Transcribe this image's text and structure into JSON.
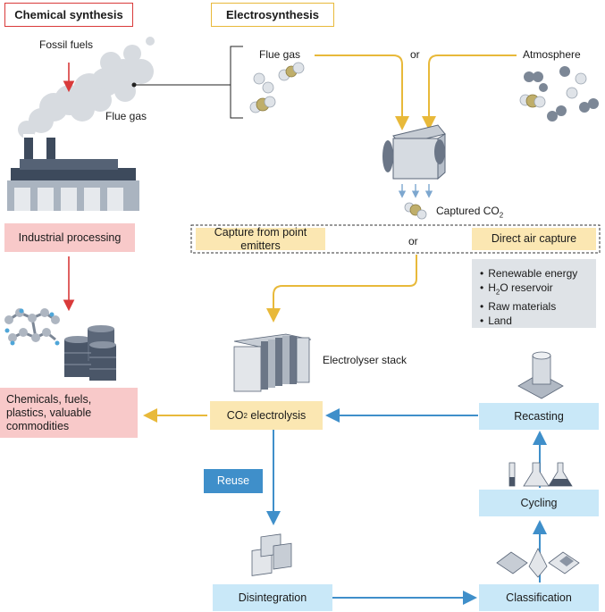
{
  "headers": {
    "chemical": "Chemical synthesis",
    "electro": "Electrosynthesis"
  },
  "labels": {
    "fossil_fuels": "Fossil fuels",
    "flue_gas_left": "Flue gas",
    "flue_gas_top": "Flue gas",
    "or_top": "or",
    "atmosphere": "Atmosphere",
    "captured_co2": "Captured CO",
    "captured_co2_sub": "2",
    "or_mid": "or",
    "electrolyser_stack": "Electrolyser stack"
  },
  "boxes": {
    "industrial_processing": "Industrial processing",
    "chemicals_fuels": [
      "Chemicals, fuels,",
      "plastics, valuable",
      "commodities"
    ],
    "capture_point": "Capture from point emitters",
    "direct_air": "Direct air capture",
    "co2_electrolysis_pre": "CO",
    "co2_electrolysis_sub": "2",
    "co2_electrolysis_post": " electrolysis",
    "reuse": "Reuse",
    "recasting": "Recasting",
    "cycling": "Cycling",
    "classification": "Classification",
    "disintegration": "Disintegration"
  },
  "requirements": {
    "renewable": "Renewable energy",
    "h2o_pre": "H",
    "h2o_sub": "2",
    "h2o_post": "O reservoir",
    "raw": "Raw materials",
    "land": "Land"
  },
  "colors": {
    "red_arrow": "#d93a3a",
    "yellow_arrow": "#e8b93a",
    "blue_arrow": "#3f8fca",
    "pink_box": "#f8c9c9",
    "yellow_box": "#fbe7b2",
    "blue_box": "#c9e8f8",
    "gray_box": "#dfe3e7",
    "header_red_border": "#d93a3a",
    "header_yellow_border": "#e8b93a"
  }
}
